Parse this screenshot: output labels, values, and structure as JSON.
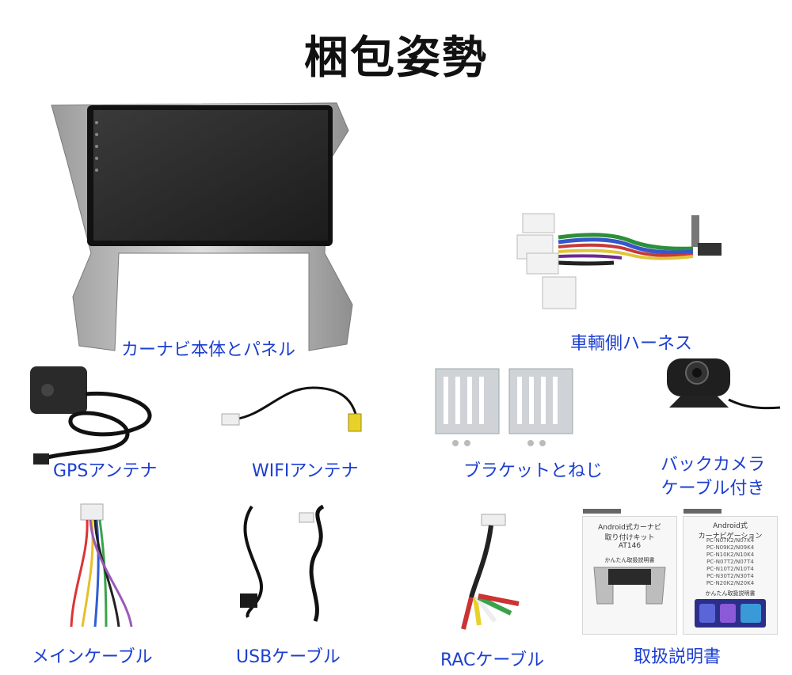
{
  "page": {
    "title": "梱包姿勢"
  },
  "items": [
    {
      "id": "head-unit",
      "label": "カーナビ本体とパネル"
    },
    {
      "id": "harness",
      "label": "車輌側ハーネス"
    },
    {
      "id": "gps-antenna",
      "label": "GPSアンテナ"
    },
    {
      "id": "wifi-antenna",
      "label": "WIFIアンテナ"
    },
    {
      "id": "bracket",
      "label": "ブラケットとねじ"
    },
    {
      "id": "camera",
      "label": "バックカメラ\nケーブル付き"
    },
    {
      "id": "main-cable",
      "label": "メインケーブル"
    },
    {
      "id": "usb-cable",
      "label": "USBケーブル"
    },
    {
      "id": "rca-cable",
      "label": "RACケーブル"
    },
    {
      "id": "manual",
      "label": "取扱説明書"
    }
  ],
  "manuals": [
    {
      "title": "Android式カーナビ\n取り付けキット",
      "code": "AT146",
      "footer": "かんたん取扱説明書"
    },
    {
      "title": "Android式\nカーナビゲーション",
      "models": "PC-N07K2/N07K4\nPC-N09K2/N09K4\nPC-N10K2/N10K4\nPC-N07T2/N07T4\nPC-N10T2/N10T4\nPC-N30T2/N30T4\nPC-N20K2/N20K4",
      "footer": "かんたん取扱説明書"
    }
  ],
  "colors": {
    "label": "#1c3fd1",
    "title": "#111111",
    "panel_silver": "#bfbfbf",
    "screen": "#2a2a2a"
  }
}
